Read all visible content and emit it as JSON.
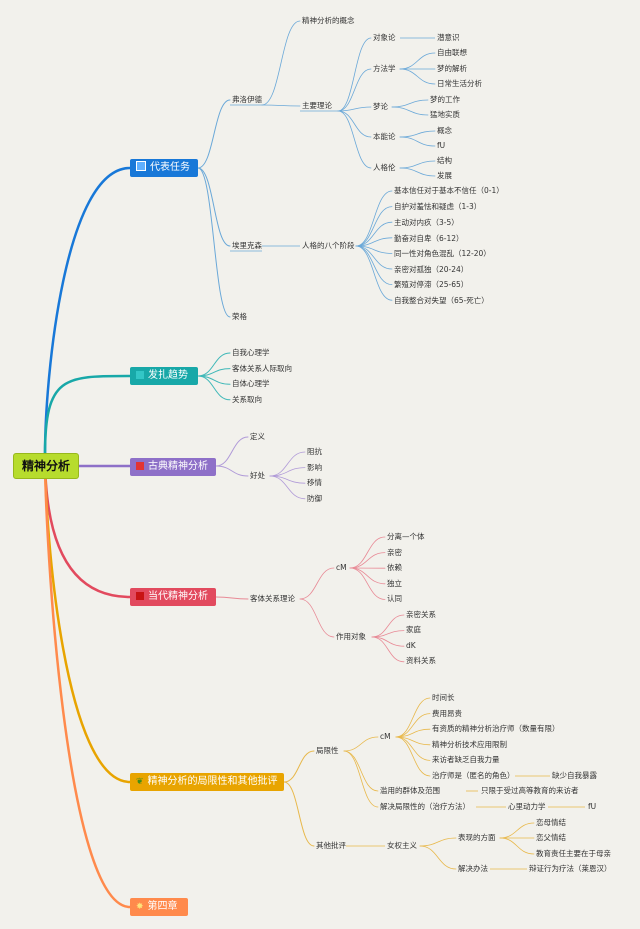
{
  "root": "精神分析",
  "branches": {
    "b1": {
      "label": "代表任务",
      "icon": "blue-square-icon",
      "color": "#1878d8"
    },
    "b2": {
      "label": "发扎趋势",
      "icon": "teal-square-icon",
      "color": "#18a8a8"
    },
    "b3": {
      "label": "古典精神分析",
      "icon": "flag-icon",
      "color": "#8e70c8"
    },
    "b4": {
      "label": "当代精神分析",
      "icon": "flag-icon",
      "color": "#e24a5e"
    },
    "b5": {
      "label": "精神分析的局限性和其他批评",
      "icon": "leaf-icon",
      "color": "#e8a400"
    },
    "b6": {
      "label": "第四章",
      "icon": "star-icon",
      "color": "#ff8a4c"
    }
  },
  "b1": {
    "freud": "弗洛伊德",
    "freud_concept": "精神分析的概念",
    "freud_theory": "主要理论",
    "object": "对象论",
    "subconscious": "潜意识",
    "method": "方法学",
    "free_assoc": "自由联想",
    "dream_analysis": "梦的解析",
    "daily_analysis": "日常生活分析",
    "dream": "梦论",
    "dream_work": "梦的工作",
    "dream_nature": "猛地实质",
    "instinct": "本能论",
    "concept": "概念",
    "fu": "fU",
    "personality": "人格伦",
    "structure": "结构",
    "development": "发展",
    "erikson": "埃里克森",
    "eight_stages": "人格的八个阶段",
    "stages": [
      "基本信任对于基本不信任（0-1）",
      "自护对羞怯和疑虑（1-3）",
      "主动对内疚（3-5）",
      "勤奋对自卑（6-12）",
      "同一性对角色混乱（12-20）",
      "亲密对孤独（20-24）",
      "繁殖对停滞（25-65）",
      "自我整合对失望（65-死亡）"
    ],
    "jung": "荣格"
  },
  "b2": {
    "items": [
      "自我心理学",
      "客体关系人际取向",
      "自体心理学",
      "关系取向"
    ]
  },
  "b3": {
    "definition": "定义",
    "benefit": "好处",
    "benefits": [
      "阻抗",
      "影响",
      "移情",
      "防御"
    ]
  },
  "b4": {
    "object_relation": "客体关系理论",
    "cm": "cM",
    "cm_items": [
      "分离—个体",
      "亲密",
      "依赖",
      "独立",
      "认同"
    ],
    "target": "作用对象",
    "target_items": [
      "亲密关系",
      "家庭",
      "dK",
      "资料关系"
    ]
  },
  "b5": {
    "limitation": "局限性",
    "cm": "cM",
    "cm_items": [
      "时间长",
      "费用昂贵",
      "有资质的精神分析治疗师（数量有限）",
      "精神分析技术应用限制",
      "来访者缺乏自我力量",
      "治疗师是（匿名的角色）"
    ],
    "lack_ego": "缺少自我暴露",
    "misuse": "滥用的群体及范围",
    "misuse_limit": "只限于受过高等教育的来访者",
    "solve_limit": "解决局限性的（治疗方法）",
    "psychodynamics": "心里动力学",
    "fu": "fU",
    "other": "其他批评",
    "feminism": "女权主义",
    "manifest": "表现的方面",
    "manifest_items": [
      "恋母情结",
      "恋父情结",
      "教育责任主要在于母亲"
    ],
    "solution": "解决办法",
    "dbt": "辩证行为疗法（莱恩汉）"
  }
}
